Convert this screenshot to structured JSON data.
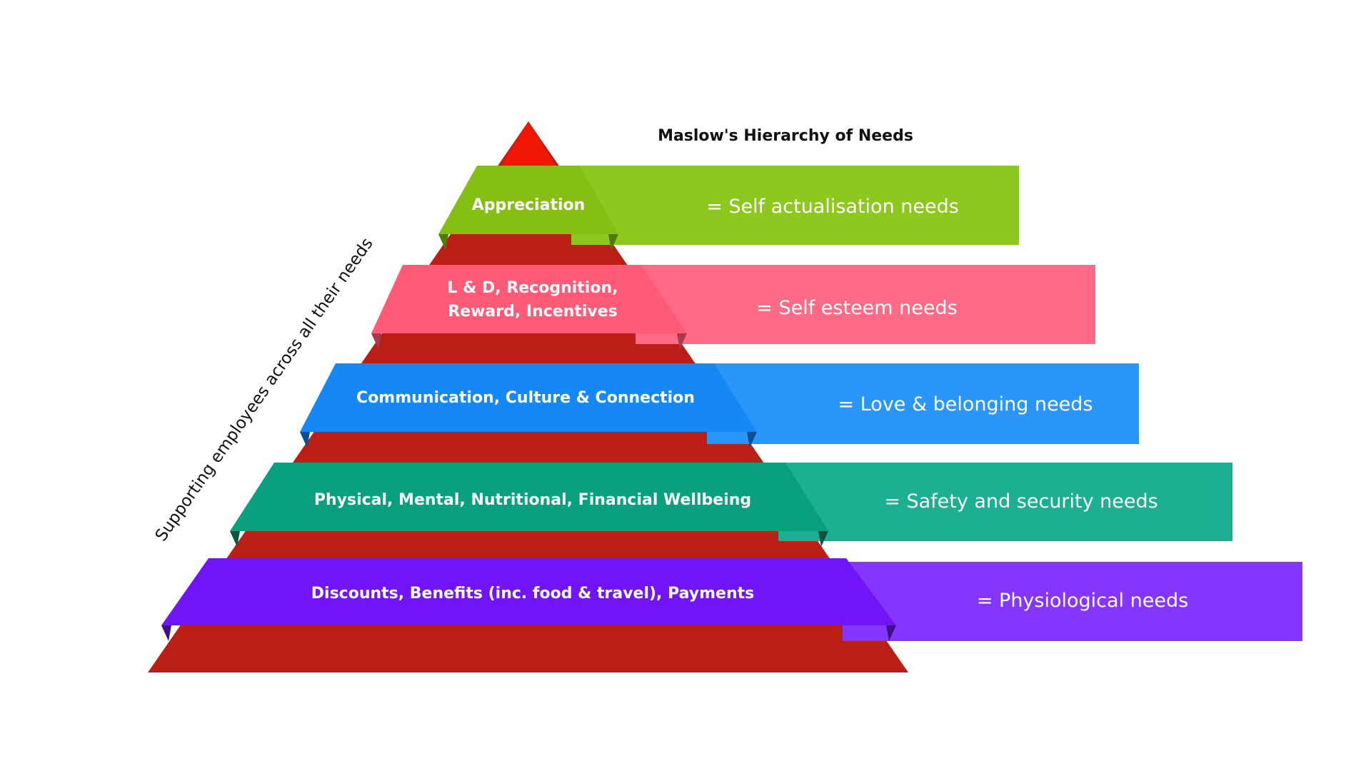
{
  "title": "Maslow's Hierarchy of Needs",
  "side_caption": "Supporting employees across all their needs",
  "pyramid_color": "#bb1e14",
  "apex_color": "#f01505",
  "levels": [
    {
      "band_lines": [
        "Appreciation"
      ],
      "need": "= Self actualisation needs",
      "band_color": "#86bf14",
      "bar_color": "#8cc81e",
      "shadow_color": "#4f7a0c"
    },
    {
      "band_lines": [
        "L & D, Recognition,",
        "Reward, Incentives"
      ],
      "need": "= Self esteem needs",
      "band_color": "#ff5a76",
      "bar_color": "#ff6b86",
      "shadow_color": "#a83a4e"
    },
    {
      "band_lines": [
        "Communication, Culture & Connection"
      ],
      "need": "= Love & belonging needs",
      "band_color": "#1588f5",
      "bar_color": "#2b96fa",
      "shadow_color": "#0b4f8e"
    },
    {
      "band_lines": [
        "Physical, Mental, Nutritional, Financial Wellbeing"
      ],
      "need": "= Safety and security needs",
      "band_color": "#08a07e",
      "bar_color": "#1caf92",
      "shadow_color": "#06553f"
    },
    {
      "band_lines": [
        "Discounts, Benefits (inc. food & travel), Payments"
      ],
      "need": "= Physiological needs",
      "band_color": "#7114f8",
      "bar_color": "#8436ff",
      "shadow_color": "#40108c"
    }
  ]
}
